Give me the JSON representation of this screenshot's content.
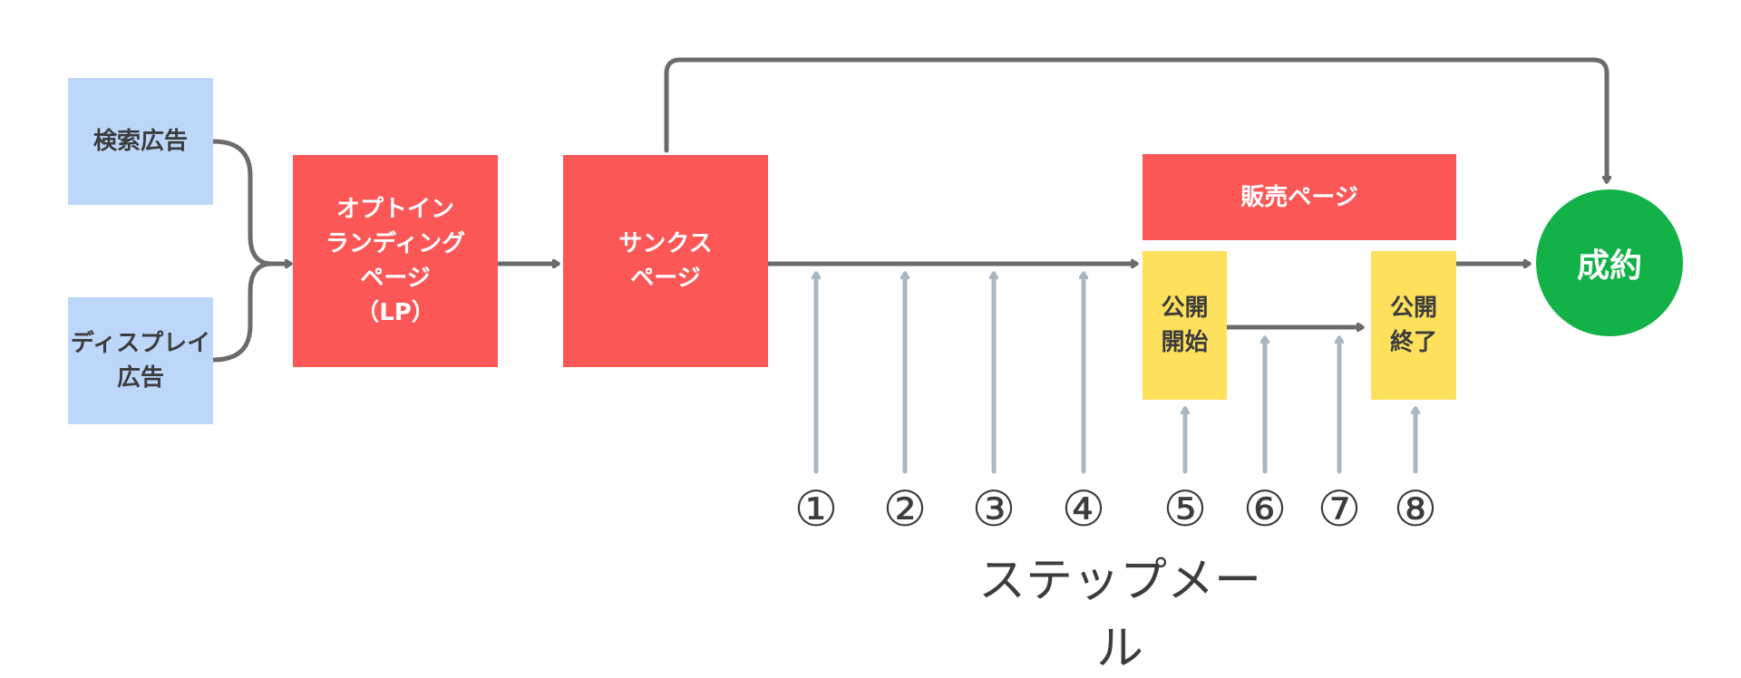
{
  "sources": {
    "search_ads": "検索広告",
    "display_ads": "ディスプレイ広告"
  },
  "pages": {
    "optin_lp": "オプトイン\nランディング\nページ\n（LP）",
    "thanks_page": "サンクス\nページ",
    "sales_page": "販売ページ"
  },
  "sales_events": {
    "open_start": "公開\n開始",
    "open_end": "公開\n終了"
  },
  "conversion": "成約",
  "step_mail": {
    "label": "ステップメール",
    "markers": [
      "①",
      "②",
      "③",
      "④",
      "⑤",
      "⑥",
      "⑦",
      "⑧"
    ]
  },
  "colors": {
    "source_box": "#bdd7fb",
    "page_box": "#fc5757",
    "event_box": "#fde05c",
    "conversion": "#12b248",
    "flow_arrow": "#6b6b6b",
    "mail_arrow": "#a9b7c3"
  }
}
